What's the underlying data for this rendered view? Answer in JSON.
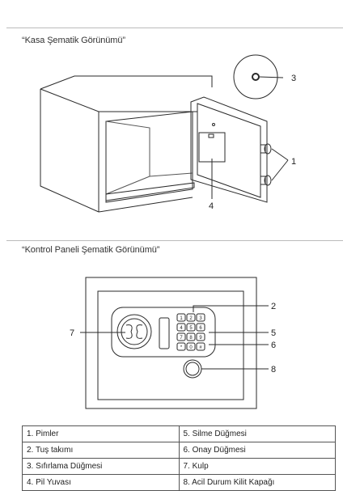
{
  "sections": {
    "safe_title": "“Kasa Şematik Görünümü”",
    "panel_title": "“Kontrol Paneli Şematik Görünümü”"
  },
  "safe_callouts": {
    "c1": "1",
    "c3": "3",
    "c4": "4"
  },
  "panel_callouts": {
    "c2": "2",
    "c5": "5",
    "c6": "6",
    "c7": "7",
    "c8": "8"
  },
  "keypad_keys": [
    "1",
    "2",
    "3",
    "4",
    "5",
    "6",
    "7",
    "8",
    "9",
    "*",
    "0",
    "#"
  ],
  "legend": [
    [
      "1. Pimler",
      "5. Silme Düğmesi"
    ],
    [
      "2. Tuş takımı",
      "6. Onay Düğmesi"
    ],
    [
      "3. Sıfırlama Düğmesi",
      "7. Kulp"
    ],
    [
      "4. Pil Yuvası",
      "8. Acil Durum Kilit Kapağı"
    ]
  ]
}
